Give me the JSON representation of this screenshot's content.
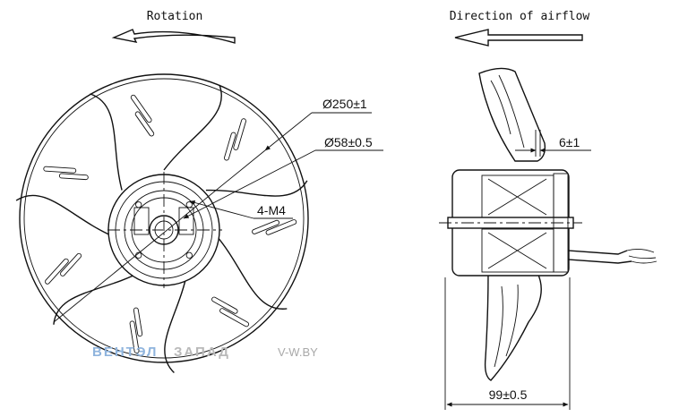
{
  "labels": {
    "rotation": "Rotation",
    "airflow": "Direction of airflow",
    "outer_diameter": "Ø250±1",
    "hub_diameter": "Ø58±0.5",
    "mount_holes": "4-M4",
    "offset": "6±1",
    "depth": "99±0.5"
  },
  "watermark": {
    "brand_part1": "ВЕНТЭЛ",
    "brand_part2": "ЗАПАД",
    "site": "V-W.BY"
  },
  "colors": {
    "line": "#111111",
    "watermark_blue": "#8fb4dd",
    "watermark_gray": "#b9b9b9"
  }
}
